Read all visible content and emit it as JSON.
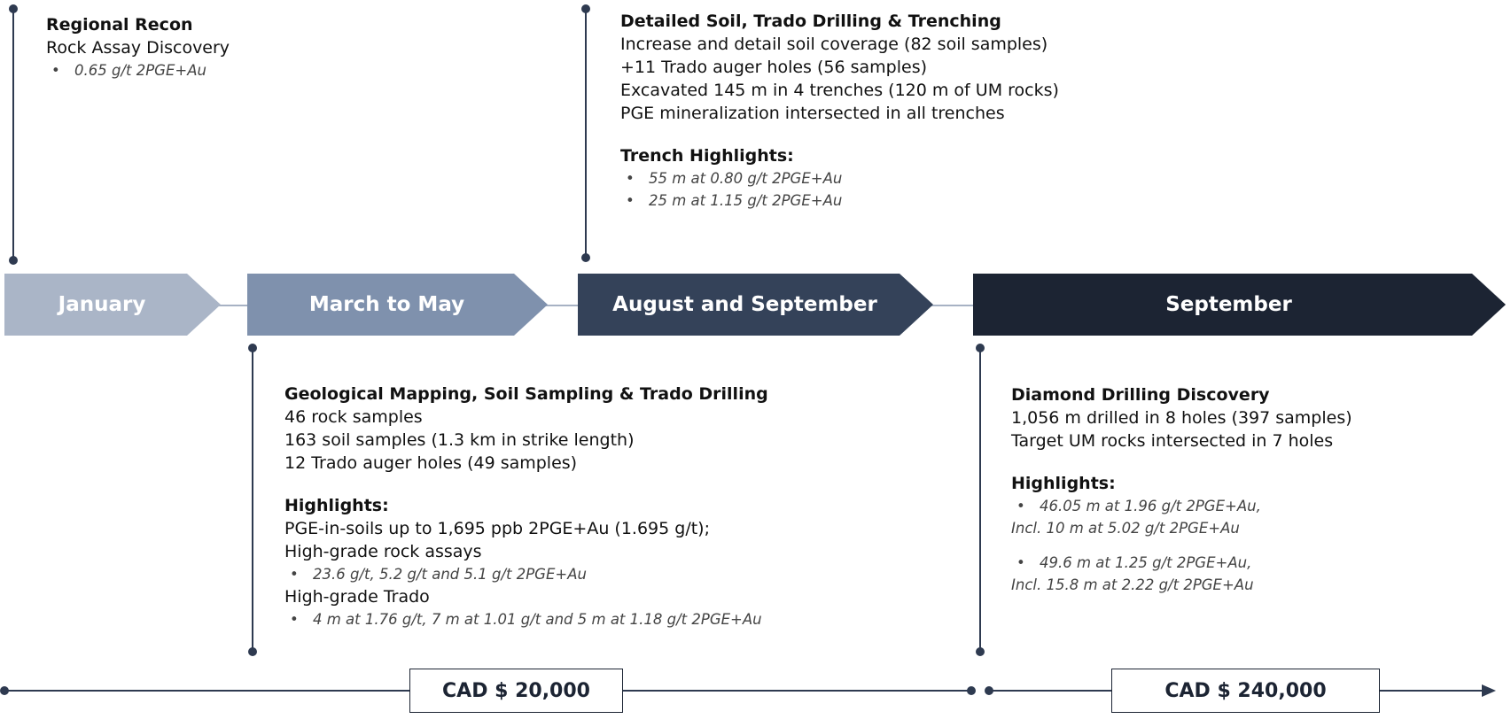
{
  "colors": {
    "phase1": "#aab5c7",
    "phase2": "#7f91ad",
    "phase3": "#344259",
    "phase4": "#1c2433",
    "line": "#2e3a50"
  },
  "phases": [
    {
      "label": "January"
    },
    {
      "label": "March to May"
    },
    {
      "label": "August and September"
    },
    {
      "label": "September"
    }
  ],
  "blocks": {
    "january": {
      "title": "Regional Recon",
      "lines": [
        "Rock Assay Discovery"
      ],
      "bullets": [
        "0.65 g/t 2PGE+Au"
      ]
    },
    "march_may": {
      "title": "Geological Mapping, Soil Sampling & Trado Drilling",
      "lines": [
        "46 rock samples",
        "163 soil samples (1.3 km in strike length)",
        "12 Trado auger holes (49 samples)"
      ],
      "highlights_title": "Highlights:",
      "highlight_line_1": "PGE-in-soils up to 1,695 ppb 2PGE+Au (1.695 g/t);",
      "highlight_line_2": "High-grade rock assays",
      "highlight_bullet_1": "23.6 g/t, 5.2 g/t and 5.1 g/t 2PGE+Au",
      "highlight_line_3": "High-grade Trado",
      "highlight_bullet_2": "4 m at 1.76 g/t, 7 m at 1.01 g/t and  5 m at 1.18 g/t 2PGE+Au"
    },
    "aug_sep": {
      "title": "Detailed Soil,  Trado Drilling & Trenching",
      "lines": [
        "Increase and detail soil coverage (82 soil samples)",
        "+11 Trado auger holes (56 samples)",
        "Excavated 145 m in 4 trenches (120 m of UM rocks)",
        "PGE mineralization intersected in all trenches"
      ],
      "highlights_title": "Trench Highlights:",
      "bullets": [
        "55 m at 0.80 g/t 2PGE+Au",
        "25 m at 1.15 g/t 2PGE+Au"
      ]
    },
    "september": {
      "title": "Diamond Drilling Discovery",
      "lines": [
        "1,056 m drilled in 8 holes (397 samples)",
        "Target UM rocks intersected in 7 holes"
      ],
      "highlights_title": "Highlights:",
      "bullet_1": "46.05 m at 1.96 g/t 2PGE+Au,",
      "bullet_1_cont": "Incl. 10 m at 5.02 g/t 2PGE+Au",
      "bullet_2": "49.6 m at 1.25 g/t 2PGE+Au,",
      "bullet_2_cont": "Incl. 15.8 m at 2.22 g/t 2PGE+Au"
    }
  },
  "budgets": [
    {
      "label": "CAD $ 20,000"
    },
    {
      "label": "CAD $ 240,000"
    }
  ]
}
